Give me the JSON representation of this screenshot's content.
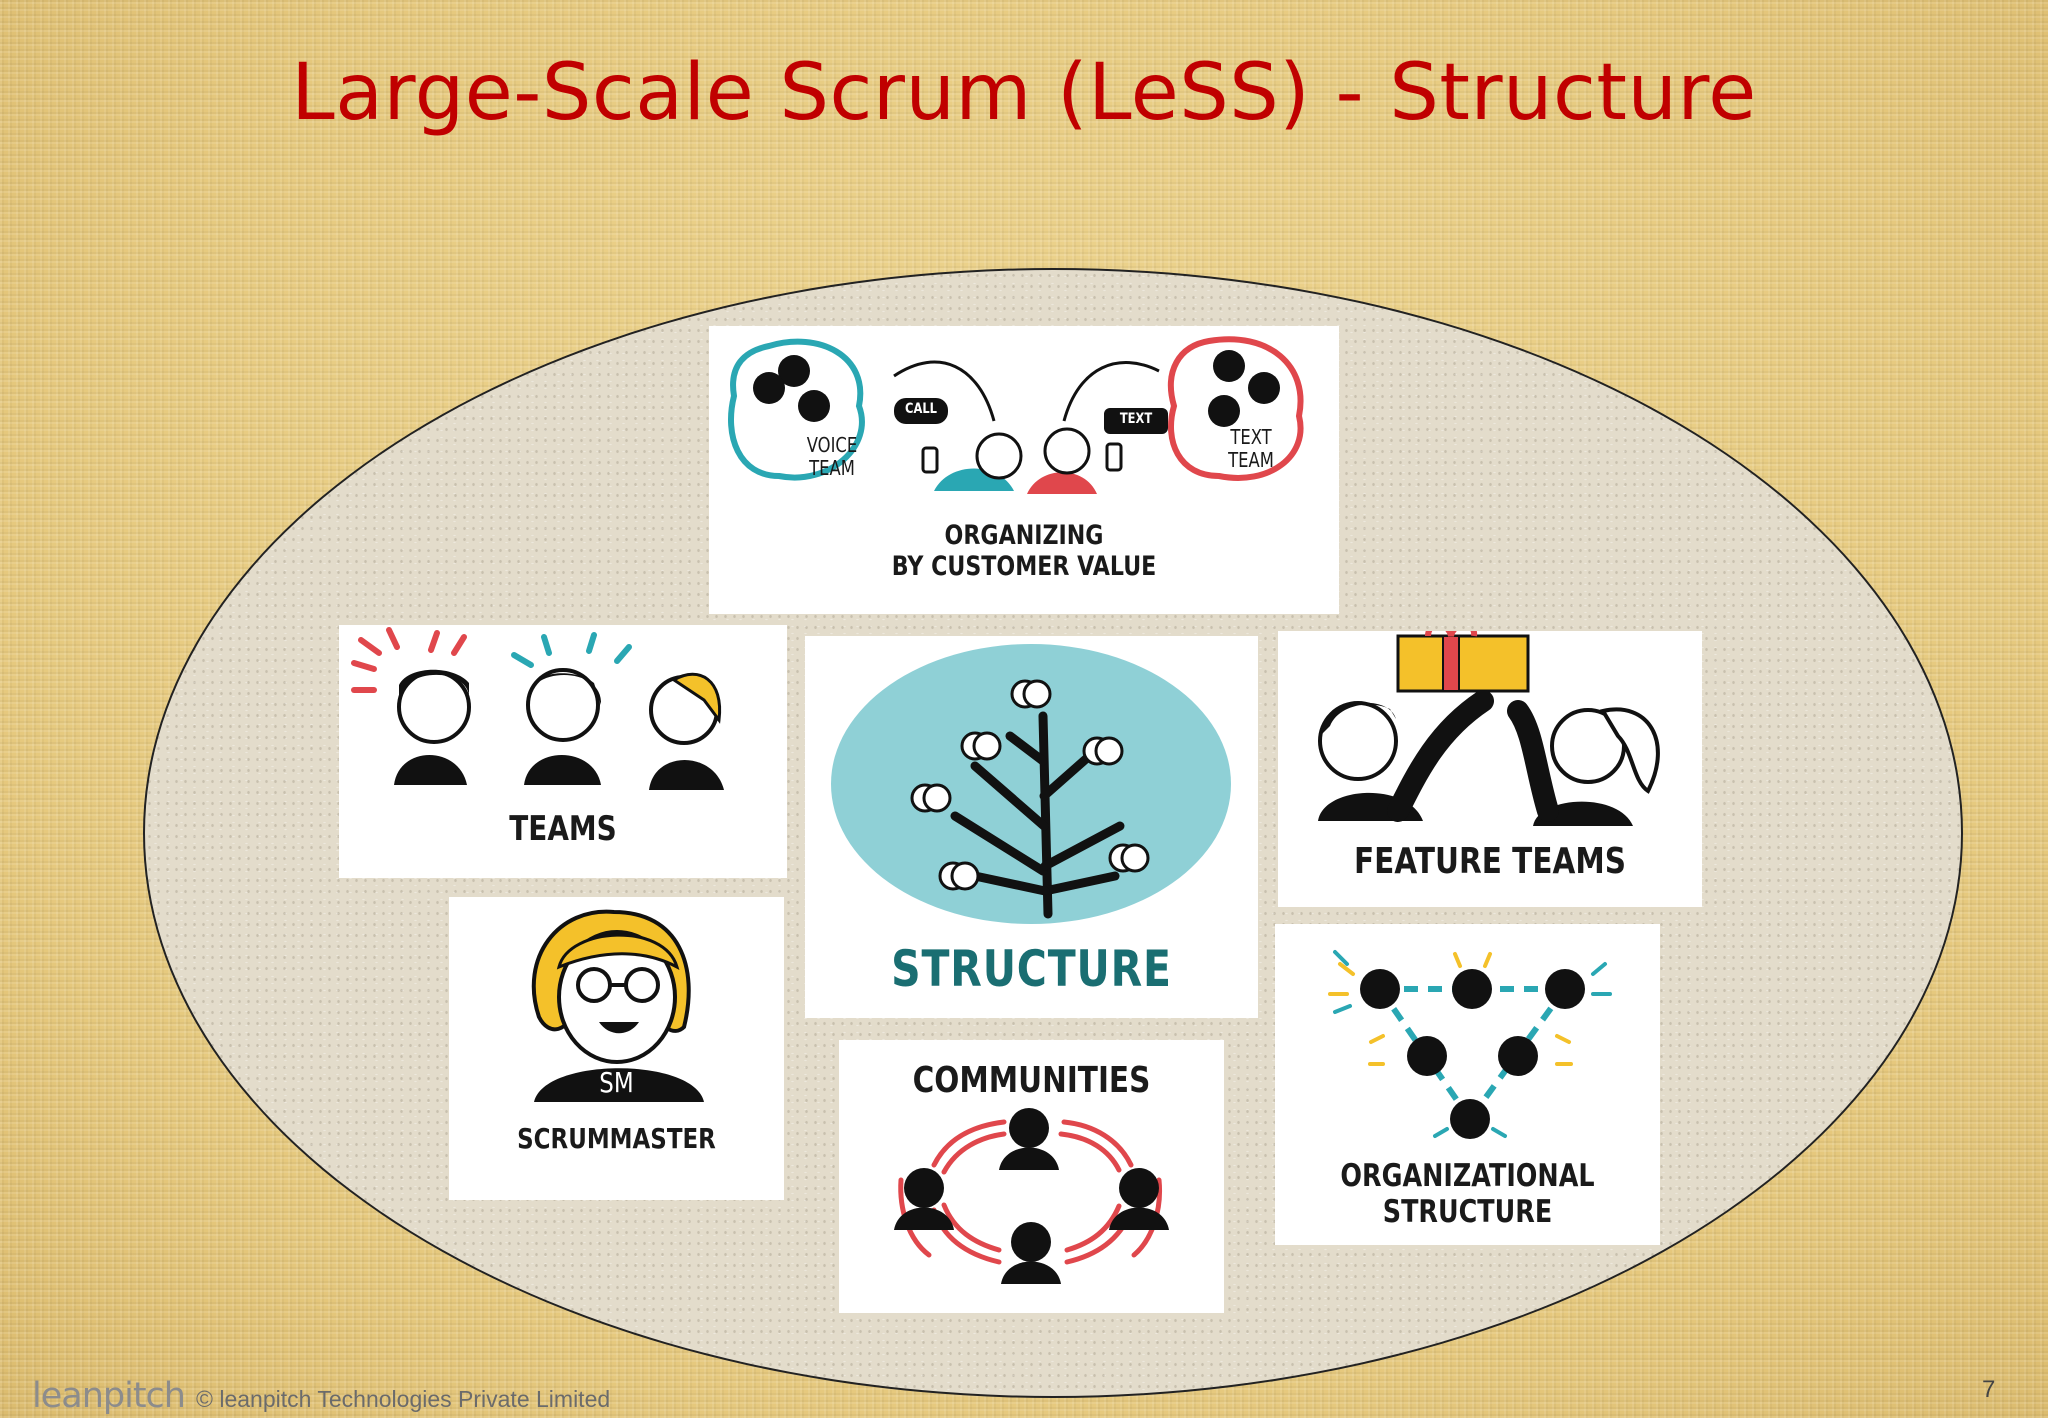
{
  "slide": {
    "title": "Large-Scale Scrum (LeSS) - Structure",
    "page_number": "7"
  },
  "cards": {
    "organizing": {
      "voice_team": "VOICE\nTEAM",
      "text_team": "TEXT\nTEAM",
      "call": "CALL",
      "text": "TEXT",
      "label": "ORGANIZING\nBY CUSTOMER VALUE"
    },
    "teams": {
      "label": "TEAMS"
    },
    "structure": {
      "label": "STRUCTURE"
    },
    "feature_teams": {
      "label": "FEATURE TEAMS"
    },
    "scrummaster": {
      "badge": "SM",
      "label": "SCRUMMASTER"
    },
    "communities": {
      "label": "COMMUNITIES"
    },
    "org_structure": {
      "label": "ORGANIZATIONAL\nSTRUCTURE"
    }
  },
  "footer": {
    "logo": "leanpitch",
    "copyright": "© leanpitch Technologies Private Limited"
  },
  "colors": {
    "title": "#c00000",
    "teal": "#2aa7b3",
    "red": "#e0474c",
    "yellow": "#f4c12a",
    "structure_text": "#1a6e72",
    "structure_circle": "#8fd0d6"
  }
}
